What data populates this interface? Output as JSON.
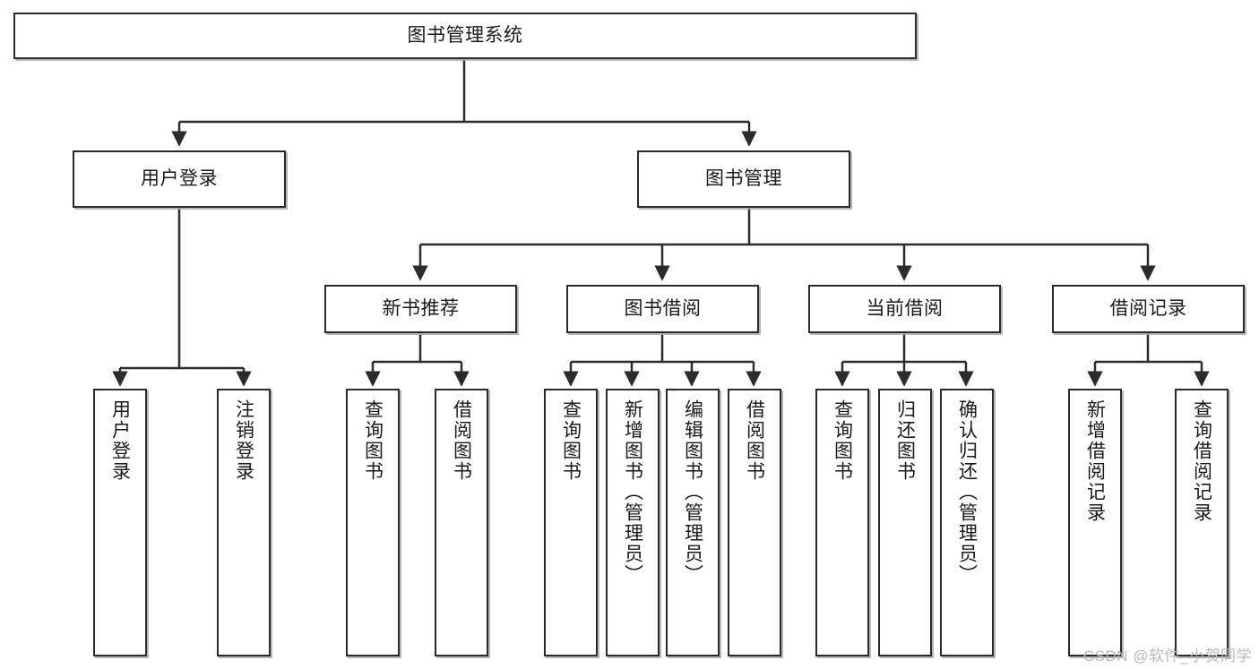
{
  "diagram": {
    "title": "图书管理系统",
    "type": "tree-hierarchy-diagram",
    "watermark": "CSDN @软件_小贺同学",
    "colors": {
      "box_border": "#2b2b2b",
      "box_fill": "#ffffff",
      "edge": "#2b2b2b",
      "text": "#1a1a1a",
      "watermark": "#b9b9b9",
      "background": "#ffffff"
    }
  },
  "nodes": {
    "root": {
      "label": "图书管理系统"
    },
    "level2": [
      {
        "id": "user-login",
        "label": "用户登录"
      },
      {
        "id": "book-management",
        "label": "图书管理"
      }
    ],
    "level3": [
      {
        "id": "new-book-recommend",
        "label": "新书推荐"
      },
      {
        "id": "book-borrow",
        "label": "图书借阅"
      },
      {
        "id": "current-borrow",
        "label": "当前借阅"
      },
      {
        "id": "borrow-record",
        "label": "借阅记录"
      }
    ],
    "leaves": {
      "user_login": [
        {
          "id": "leaf-user-login",
          "label": "用户登录"
        },
        {
          "id": "leaf-logout-login",
          "label": "注销登录"
        }
      ],
      "new_book_recommend": [
        {
          "id": "leaf-query-book-1",
          "label": "查询图书"
        },
        {
          "id": "leaf-borrow-book-1",
          "label": "借阅图书"
        }
      ],
      "book_borrow": [
        {
          "id": "leaf-query-book-2",
          "label": "查询图书"
        },
        {
          "id": "leaf-add-book",
          "label": "新增图书（管理员）"
        },
        {
          "id": "leaf-edit-book",
          "label": "编辑图书（管理员）"
        },
        {
          "id": "leaf-borrow-book-2",
          "label": "借阅图书"
        }
      ],
      "current_borrow": [
        {
          "id": "leaf-query-book-3",
          "label": "查询图书"
        },
        {
          "id": "leaf-return-book",
          "label": "归还图书"
        },
        {
          "id": "leaf-confirm-return",
          "label": "确认归还（管理员）"
        }
      ],
      "borrow_record": [
        {
          "id": "leaf-add-record",
          "label": "新增借阅记录"
        },
        {
          "id": "leaf-query-record",
          "label": "查询借阅记录"
        }
      ]
    }
  }
}
